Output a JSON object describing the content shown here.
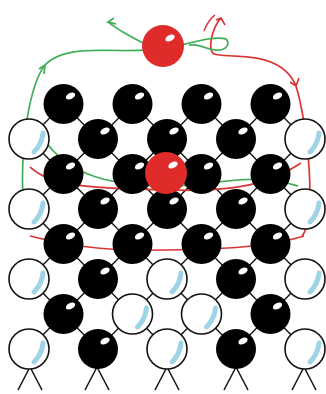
{
  "diagram": {
    "description_labels": [],
    "colors": {
      "black_atom": "#000000",
      "white_atom": "#ffffff",
      "outline": "#111111",
      "white_highlight": "#9fd3e6",
      "red_atom": "#e02b2b",
      "red_path": "#d93434",
      "green_path": "#42ad57",
      "lattice_line": "#111111"
    },
    "lattice": {
      "rows": [
        [
          "empty",
          "black",
          "empty",
          "black",
          "empty",
          "black",
          "empty",
          "black",
          "empty"
        ],
        [
          "white",
          "empty",
          "black",
          "empty",
          "black",
          "empty",
          "black",
          "empty",
          "white"
        ],
        [
          "empty",
          "black",
          "empty",
          "black",
          "empty",
          "black",
          "empty",
          "black",
          "empty"
        ],
        [
          "white",
          "empty",
          "black",
          "empty",
          "black",
          "empty",
          "black",
          "empty",
          "white"
        ],
        [
          "empty",
          "black",
          "empty",
          "black",
          "empty",
          "black",
          "empty",
          "black",
          "empty"
        ],
        [
          "white",
          "empty",
          "black",
          "empty",
          "white",
          "empty",
          "black",
          "empty",
          "white"
        ],
        [
          "empty",
          "black",
          "empty",
          "white",
          "empty",
          "white",
          "empty",
          "black",
          "empty"
        ],
        [
          "white",
          "empty",
          "black",
          "empty",
          "white",
          "empty",
          "black",
          "empty",
          "white"
        ]
      ]
    },
    "red_atoms": [
      "top-red-atom",
      "center-red-atom"
    ],
    "arrows": [
      "green-path-arrow",
      "red-path-arrow"
    ]
  }
}
